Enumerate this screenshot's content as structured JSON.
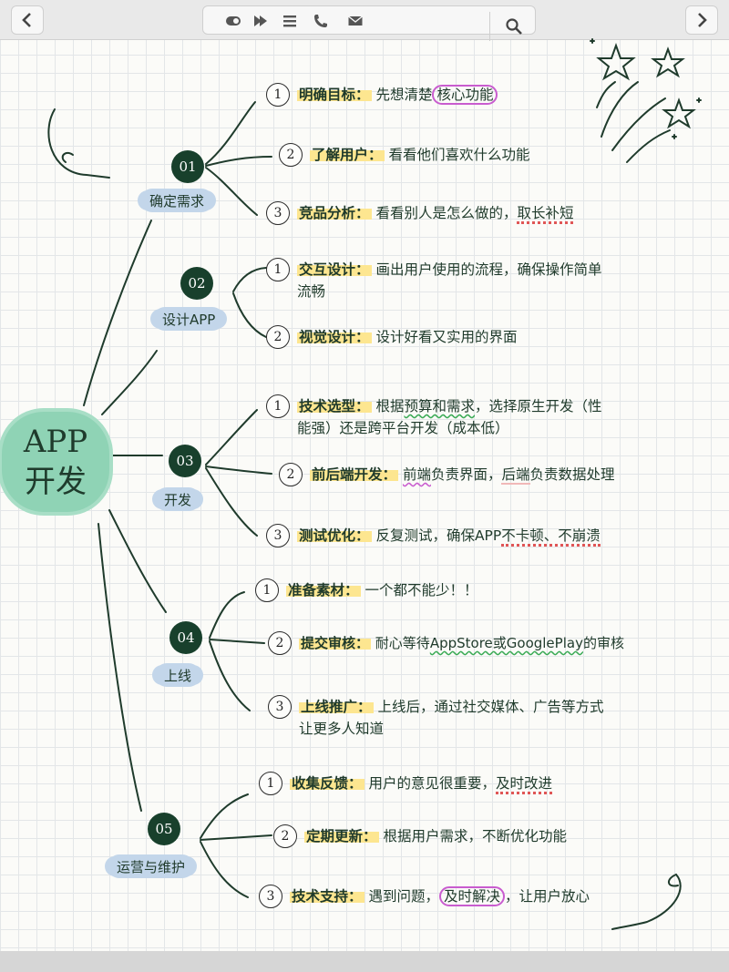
{
  "toolbar": {
    "back_icon": "chevron-left-icon",
    "forward_icon": "chevron-right-icon",
    "back_label": "‹",
    "forward_label": "›",
    "tools": [
      "toggle-icon",
      "play-forward-icon",
      "menu-lines-icon",
      "phone-icon",
      "mail-icon"
    ],
    "search_icon": "search-icon"
  },
  "mindmap": {
    "center": {
      "line1": "APP",
      "line2": "开发"
    },
    "branches": [
      {
        "number": "01",
        "label": "确定需求",
        "items": [
          {
            "n": "1",
            "title": "明确目标：",
            "text_before": "先想清楚",
            "marked": "核心功能",
            "text_after": ""
          },
          {
            "n": "2",
            "title": "了解用户：",
            "text_before": "看看他们喜欢什么功能",
            "marked": "",
            "text_after": ""
          },
          {
            "n": "3",
            "title": "竞品分析：",
            "text_before": "看看别人是怎么做的，",
            "marked": "取长补短",
            "text_after": ""
          }
        ]
      },
      {
        "number": "02",
        "label": "设计APP",
        "items": [
          {
            "n": "1",
            "title": "交互设计：",
            "text_before": "画出用户使用的流程，确保操作简单",
            "line2": "流畅"
          },
          {
            "n": "2",
            "title": "视觉设计：",
            "text_before": "设计好看又实用的界面"
          }
        ]
      },
      {
        "number": "03",
        "label": "开发",
        "items": [
          {
            "n": "1",
            "title": "技术选型：",
            "text_before": "根据",
            "marked": "预算和需求",
            "text_after": "，选择原生开发（性",
            "line2": "能强）还是跨平台开发（成本低）"
          },
          {
            "n": "2",
            "title": "前后端开发：",
            "marked": "前端",
            "text_after": "负责界面，",
            "marked2": "后端",
            "text_after2": "负责数据处理"
          },
          {
            "n": "3",
            "title": "测试优化：",
            "text_before": "反复测试，确保APP",
            "marked": "不卡顿、不崩溃",
            "text_after": ""
          }
        ]
      },
      {
        "number": "04",
        "label": "上线",
        "items": [
          {
            "n": "1",
            "title": "准备素材：",
            "text_before": "一个都不能少！！"
          },
          {
            "n": "2",
            "title": "提交审核：",
            "text_before": "耐心等待",
            "marked": "AppStore或GooglePlay",
            "text_after": "的审核"
          },
          {
            "n": "3",
            "title": "上线推广：",
            "text_before": "上线后，通过社交媒体、广告等方式",
            "line2": "让更多人知道"
          }
        ]
      },
      {
        "number": "05",
        "label": "运营与维护",
        "items": [
          {
            "n": "1",
            "title": "收集反馈：",
            "text_before": "用户的意见很重要，",
            "marked": "及时改进",
            "text_after": ""
          },
          {
            "n": "2",
            "title": "定期更新：",
            "text_before": "根据用户需求，不断优化功能"
          },
          {
            "n": "3",
            "title": "技术支持：",
            "text_before": "遇到问题，",
            "marked": "及时解决",
            "text_after": "，让用户放心"
          }
        ]
      }
    ]
  },
  "colors": {
    "dark_green": "#18402c",
    "mint": "#8fd3b5",
    "cloud_blue": "#c3d6ea",
    "highlight_yellow": "#fde690",
    "marker_pink": "#c95ccf",
    "dot_red": "#e05656"
  }
}
